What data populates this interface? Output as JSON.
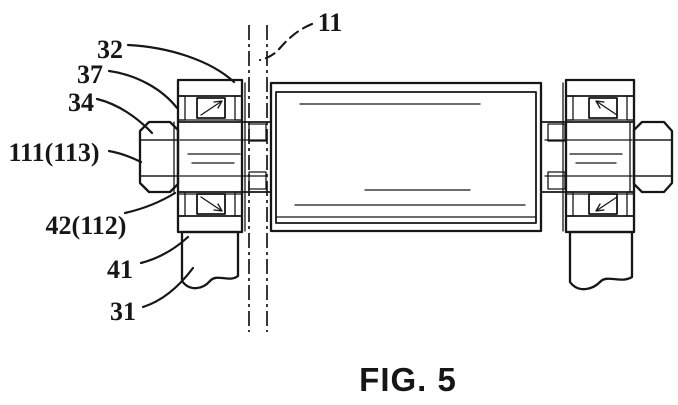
{
  "figure": {
    "caption": "FIG. 5",
    "ink_color": "#161616",
    "background_color": "#ffffff"
  },
  "part_labels": {
    "l11": "11",
    "l32": "32",
    "l37": "37",
    "l34": "34",
    "l111_113": "111(113)",
    "l42_112": "42(112)",
    "l41": "41",
    "l31": "31"
  }
}
